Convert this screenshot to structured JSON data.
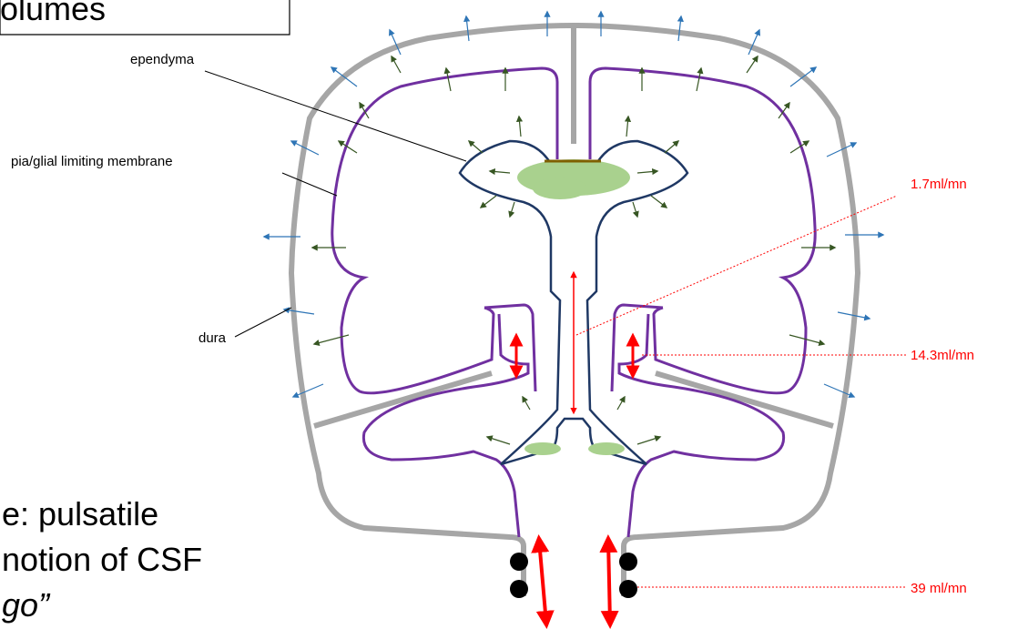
{
  "title_fragment": "olumes",
  "labels": {
    "ependyma": "ependyma",
    "pia": "pia/glial limiting membrane",
    "dura": "dura"
  },
  "rates": {
    "r1": "1.7ml/mn",
    "r2": "14.3ml/mn",
    "r3": "39 ml/mn"
  },
  "note": {
    "line1": "e: pulsatile",
    "line2": "notion of CSF",
    "line3": "go”"
  },
  "colors": {
    "dura": "#a6a6a6",
    "pia": "#7030a0",
    "ependyma": "#1f3864",
    "csf_pool": "#a9d18e",
    "out_arrow": "#2e75b6",
    "in_arrow": "#375623",
    "flow": "#ff0000"
  }
}
